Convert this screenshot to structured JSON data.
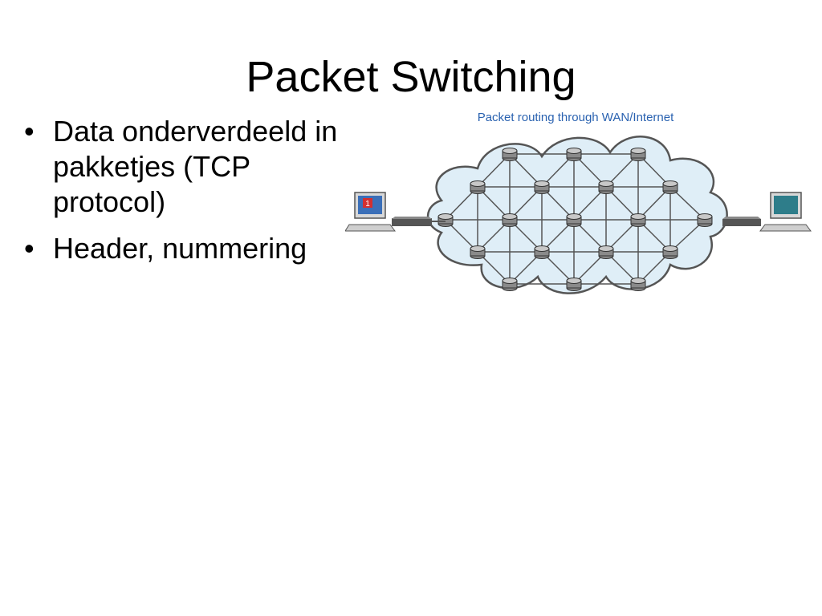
{
  "slide": {
    "title": "Packet Switching",
    "bullets": [
      "Data onderverdeeld in  pakketjes (TCP protocol)",
      "Header, nummering"
    ]
  },
  "diagram": {
    "caption": "Packet routing through WAN/Internet",
    "left_computer_badge": "1",
    "icons": [
      "computer-icon",
      "router-icon",
      "cloud-icon",
      "modem-icon"
    ]
  }
}
